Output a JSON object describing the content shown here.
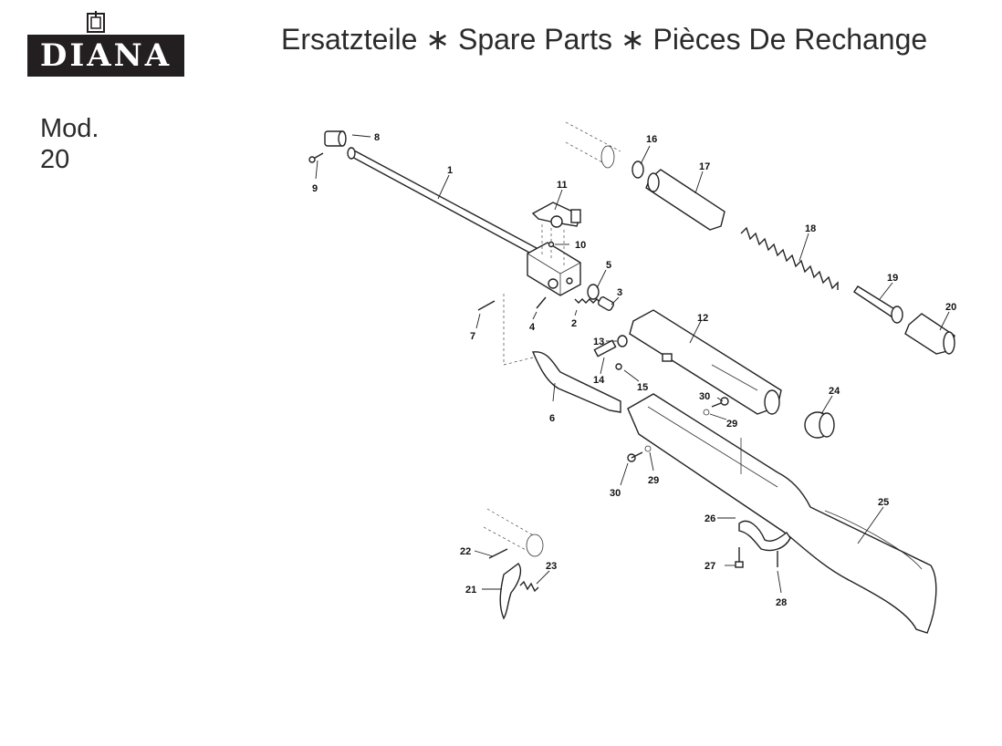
{
  "brand": {
    "name": "DIANA"
  },
  "title": "Ersatzteile ∗ Spare Parts ∗ Pièces De Rechange",
  "model": {
    "line1": "Mod.",
    "line2": "20"
  },
  "callouts": [
    "1",
    "2",
    "3",
    "4",
    "5",
    "6",
    "7",
    "8",
    "9",
    "10",
    "11",
    "12",
    "13",
    "14",
    "15",
    "16",
    "17",
    "18",
    "19",
    "20",
    "21",
    "22",
    "23",
    "24",
    "25",
    "26",
    "27",
    "28",
    "29",
    "30"
  ],
  "colors": {
    "logo_bg": "#231f20",
    "logo_text": "#ffffff",
    "ink": "#222222"
  }
}
